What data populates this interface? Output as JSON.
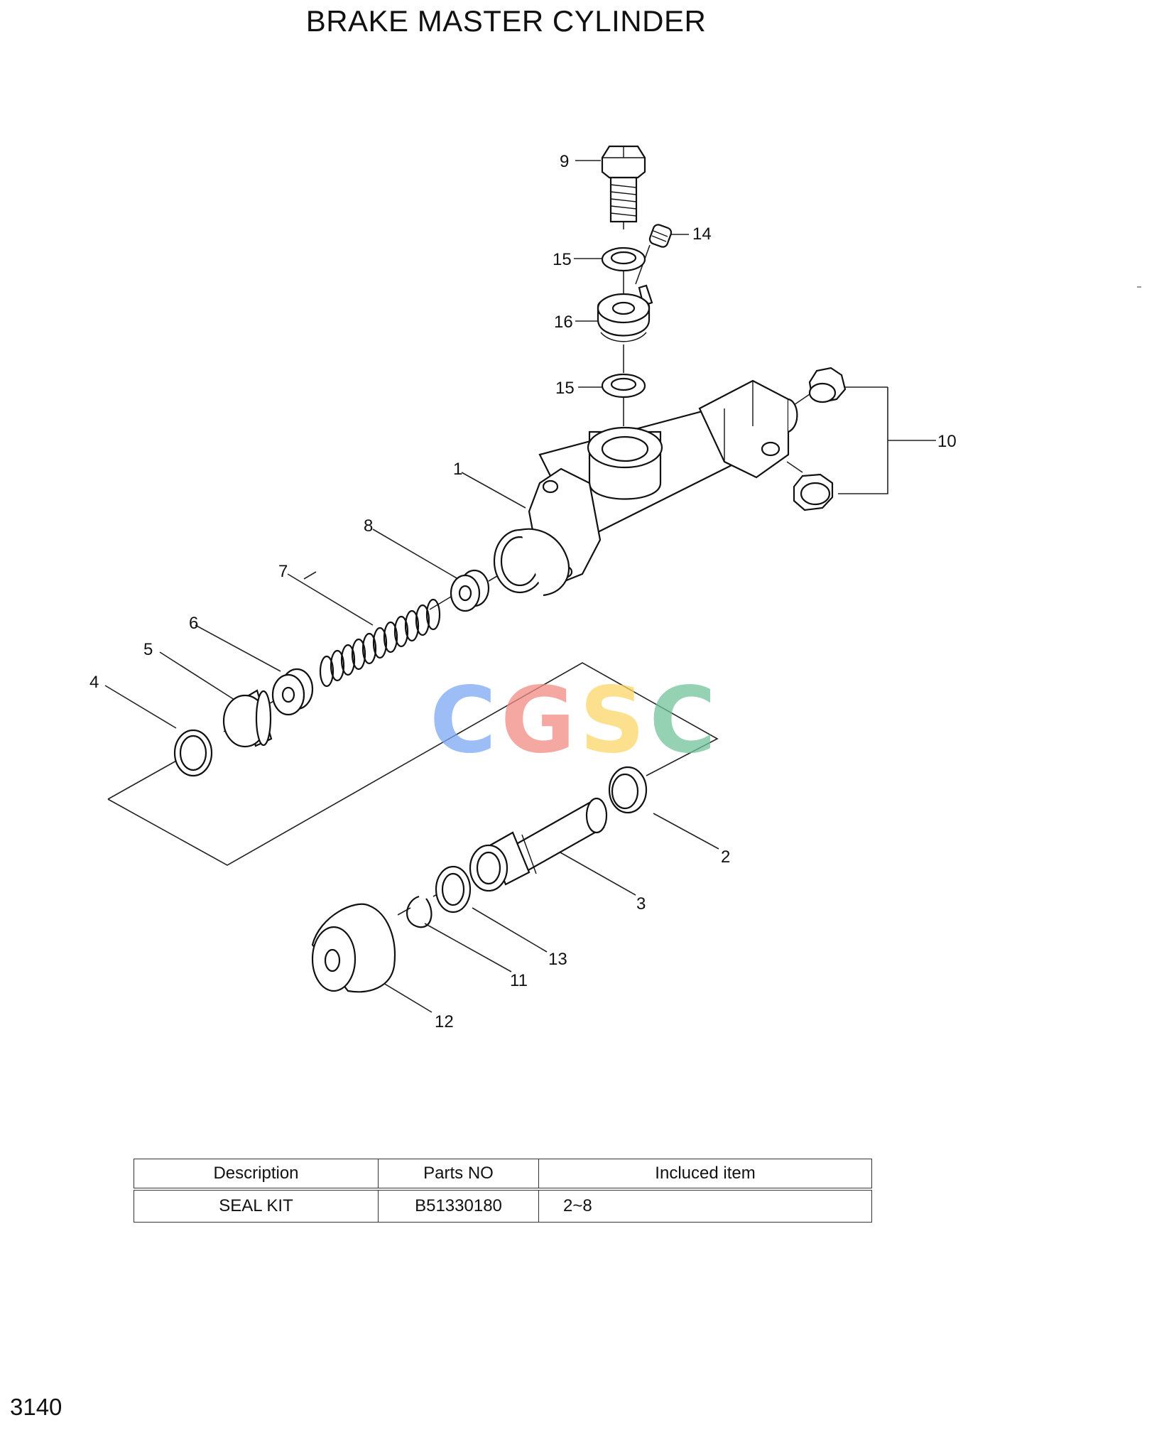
{
  "title": "BRAKE MASTER CYLINDER",
  "callouts": [
    "1",
    "2",
    "3",
    "4",
    "5",
    "6",
    "7",
    "8",
    "9",
    "10",
    "11",
    "12",
    "13",
    "14",
    "15",
    "15",
    "16"
  ],
  "watermark": {
    "letters": [
      "C",
      "G",
      "S",
      "C"
    ],
    "colors": [
      "#7ba7f2",
      "#f28b82",
      "#fbd667",
      "#72c49a"
    ]
  },
  "table": {
    "headers": [
      "Description",
      "Parts NO",
      "Incluced item"
    ],
    "rows": [
      [
        "SEAL KIT",
        "B51330180",
        "2~8"
      ]
    ]
  },
  "page_number": "3140"
}
